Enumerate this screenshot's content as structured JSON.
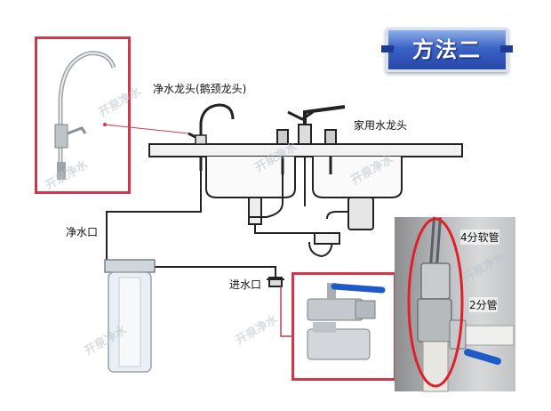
{
  "banner": {
    "title": "方法二"
  },
  "labels": {
    "purified_faucet": "净水龙头(鹅颈龙头)",
    "household_faucet": "家用水龙头",
    "purified_outlet": "净水口",
    "water_inlet": "进水口",
    "hose_4fen": "4分软管",
    "pipe_2fen": "2分管"
  },
  "watermark": "开泉净水",
  "colors": {
    "highlight_red": "#d0384a",
    "banner_blue": "#3c63c8",
    "valve_handle": "#1f5bc8"
  }
}
